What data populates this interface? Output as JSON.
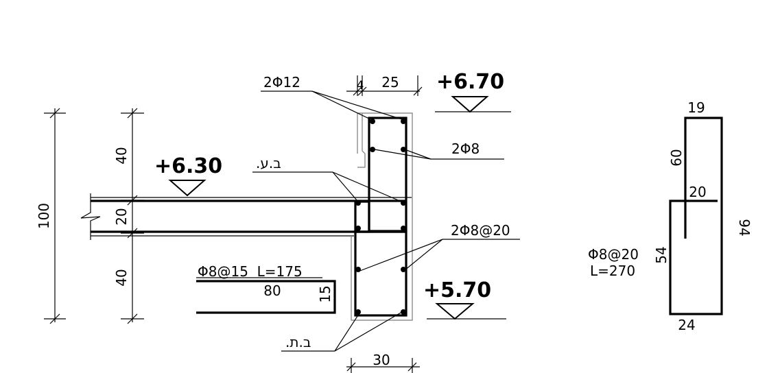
{
  "levels": {
    "top": "+6.70",
    "slab": "+6.30",
    "bottom": "+5.70"
  },
  "dimensions": {
    "total_height": "100",
    "upper": "40",
    "slab": "20",
    "lower": "40",
    "gap": "4",
    "top_width": "25",
    "beam_width": "30"
  },
  "labels": {
    "top_bars": "2Φ12",
    "side_bars": "2Φ8",
    "stirrups": "2Φ8@20",
    "slab_bar": "Φ8@15  L=175",
    "slab_bar_length": "80",
    "slab_bar_hook": "15",
    "slab_note": ".ב.ע",
    "bottom_note": ".ב.ת"
  },
  "stirrup_detail": {
    "spec_line1": "Φ8@20",
    "spec_line2": "L=270",
    "top": "19",
    "upper_side": "60",
    "step": "20",
    "lower_side": "54",
    "right_side": "94",
    "bottom": "24"
  }
}
